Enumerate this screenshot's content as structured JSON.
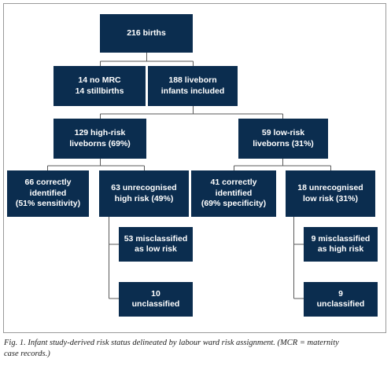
{
  "colors": {
    "box_fill": "#0b2d4f",
    "box_text": "#ffffff",
    "connector": "#5a5a5a",
    "frame": "#9a9a9a"
  },
  "flowchart": {
    "total_births": [
      "216 births"
    ],
    "excluded": [
      "14 no MRC",
      "14 stillbirths"
    ],
    "liveborn_included": [
      "188 liveborn",
      "infants included"
    ],
    "high_risk": [
      "129 high-risk",
      "liveborns (69%)"
    ],
    "low_risk": [
      "59 low-risk",
      "liveborns (31%)"
    ],
    "high_correct": [
      "66 correctly",
      "identified",
      "(51% sensitivity)"
    ],
    "high_unrecognised": [
      "63 unrecognised",
      "high risk (49%)"
    ],
    "low_correct": [
      "41 correctly",
      "identified",
      "(69% specificity)"
    ],
    "low_unrecognised": [
      "18 unrecognised",
      "low risk (31%)"
    ],
    "high_misclassified": [
      "53 misclassified",
      "as low risk"
    ],
    "high_unclassified": [
      "10",
      "unclassified"
    ],
    "low_misclassified": [
      "9 misclassified",
      "as high risk"
    ],
    "low_unclassified": [
      "9",
      "unclassified"
    ]
  },
  "caption": [
    "Fig. 1. Infant study-derived risk status delineated by labour ward risk assignment. (MCR = maternity",
    "case records.)"
  ]
}
